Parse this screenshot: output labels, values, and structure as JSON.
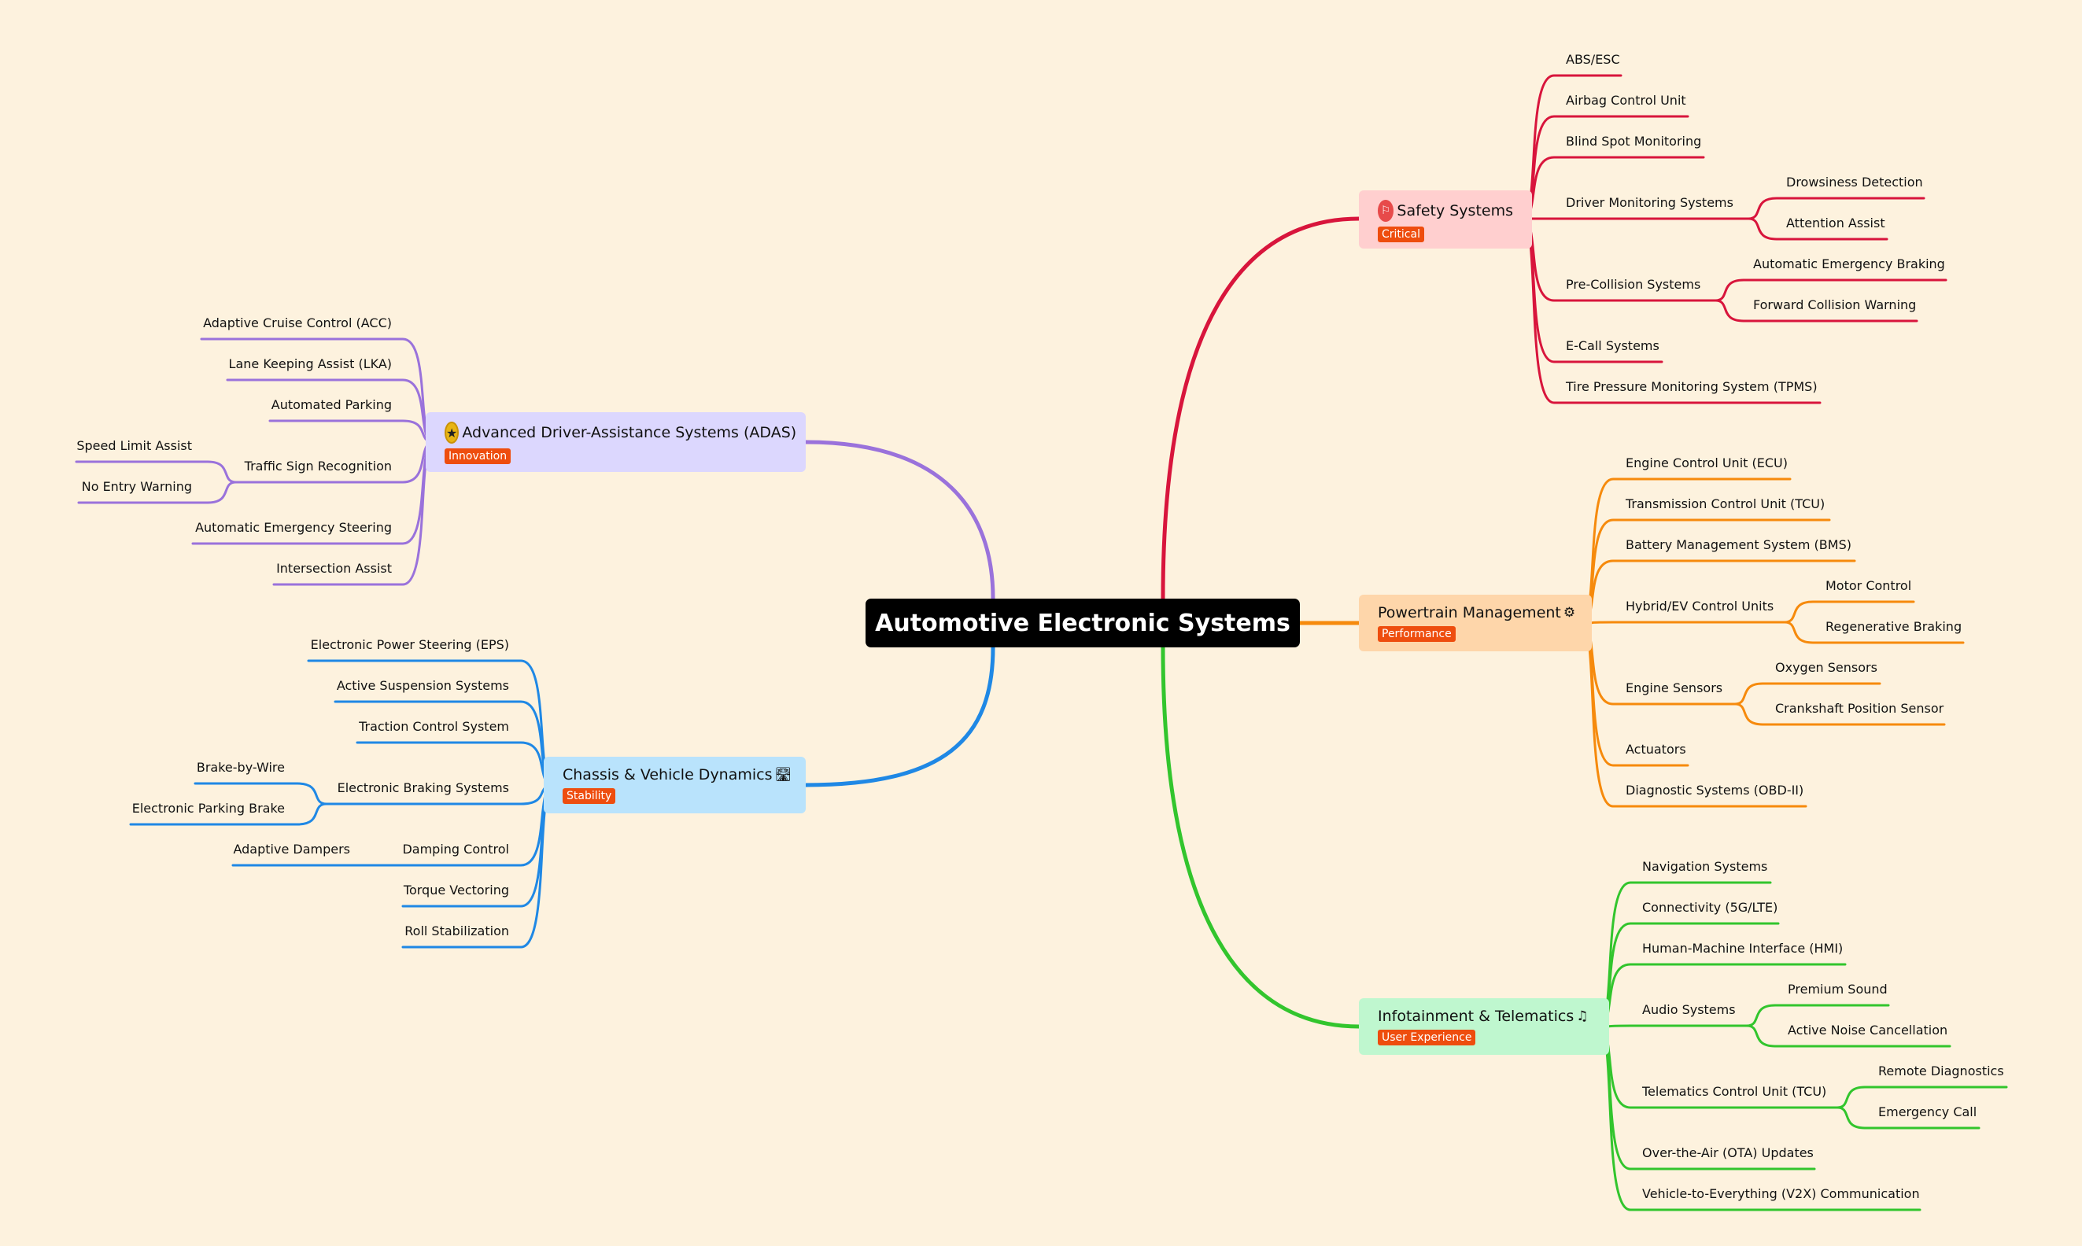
{
  "root": {
    "title": "Automotive Electronic Systems"
  },
  "colors": {
    "background": "#fdf2de",
    "safety": "#d8153c",
    "powertrain": "#f68a0c",
    "infotainment": "#32c52d",
    "adas": "#9a72db",
    "chassis": "#1f88e5",
    "badge": "#ee4d0e"
  },
  "branches": {
    "safety": {
      "title": "Safety Systems",
      "badge": "Critical",
      "icon": "flag-icon",
      "children": [
        {
          "label": "ABS/ESC"
        },
        {
          "label": "Airbag Control Unit"
        },
        {
          "label": "Blind Spot Monitoring"
        },
        {
          "label": "Driver Monitoring Systems",
          "children": [
            {
              "label": "Drowsiness Detection"
            },
            {
              "label": "Attention Assist"
            }
          ]
        },
        {
          "label": "Pre-Collision Systems",
          "children": [
            {
              "label": "Automatic Emergency Braking"
            },
            {
              "label": "Forward Collision Warning"
            }
          ]
        },
        {
          "label": "E-Call Systems"
        },
        {
          "label": "Tire Pressure Monitoring System (TPMS)"
        }
      ]
    },
    "powertrain": {
      "title": "Powertrain Management",
      "badge": "Performance",
      "icon": "gear-icon",
      "children": [
        {
          "label": "Engine Control Unit (ECU)"
        },
        {
          "label": "Transmission Control Unit (TCU)"
        },
        {
          "label": "Battery Management System (BMS)"
        },
        {
          "label": "Hybrid/EV Control Units",
          "children": [
            {
              "label": "Motor Control"
            },
            {
              "label": "Regenerative Braking"
            }
          ]
        },
        {
          "label": "Engine Sensors",
          "children": [
            {
              "label": "Oxygen Sensors"
            },
            {
              "label": "Crankshaft Position Sensor"
            }
          ]
        },
        {
          "label": "Actuators"
        },
        {
          "label": "Diagnostic Systems (OBD-II)"
        }
      ]
    },
    "infotainment": {
      "title": "Infotainment & Telematics",
      "badge": "User Experience",
      "icon": "music-icon",
      "children": [
        {
          "label": "Navigation Systems"
        },
        {
          "label": "Connectivity (5G/LTE)"
        },
        {
          "label": "Human-Machine Interface (HMI)"
        },
        {
          "label": "Audio Systems",
          "children": [
            {
              "label": "Premium Sound"
            },
            {
              "label": "Active Noise Cancellation"
            }
          ]
        },
        {
          "label": "Telematics Control Unit (TCU)",
          "children": [
            {
              "label": "Remote Diagnostics"
            },
            {
              "label": "Emergency Call"
            }
          ]
        },
        {
          "label": "Over-the-Air (OTA) Updates"
        },
        {
          "label": "Vehicle-to-Everything (V2X) Communication"
        }
      ]
    },
    "adas": {
      "title": "Advanced Driver-Assistance Systems (ADAS)",
      "badge": "Innovation",
      "icon": "star-icon",
      "children": [
        {
          "label": "Adaptive Cruise Control (ACC)"
        },
        {
          "label": "Lane Keeping Assist (LKA)"
        },
        {
          "label": "Automated Parking"
        },
        {
          "label": "Traffic Sign Recognition",
          "children": [
            {
              "label": "Speed Limit Assist"
            },
            {
              "label": "No Entry Warning"
            }
          ]
        },
        {
          "label": "Automatic Emergency Steering"
        },
        {
          "label": "Intersection Assist"
        }
      ]
    },
    "chassis": {
      "title": "Chassis & Vehicle Dynamics",
      "badge": "Stability",
      "icon": "road-icon",
      "children": [
        {
          "label": "Electronic Power Steering (EPS)"
        },
        {
          "label": "Active Suspension Systems"
        },
        {
          "label": "Traction Control System"
        },
        {
          "label": "Electronic Braking Systems",
          "children": [
            {
              "label": "Brake-by-Wire"
            },
            {
              "label": "Electronic Parking Brake"
            }
          ]
        },
        {
          "label": "Damping Control",
          "children": [
            {
              "label": "Adaptive Dampers"
            }
          ]
        },
        {
          "label": "Torque Vectoring"
        },
        {
          "label": "Roll Stabilization"
        }
      ]
    }
  }
}
